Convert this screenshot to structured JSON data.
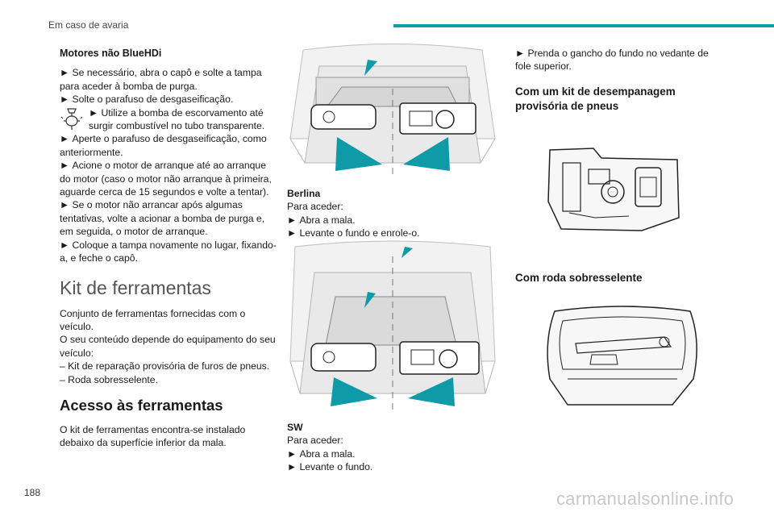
{
  "header": {
    "section_title": "Em caso de avaria",
    "accent_color": "#0e9aa7"
  },
  "page_number": "188",
  "watermark": "carmanualsonline.info",
  "col1": {
    "subheading": "Motores não BlueHDi",
    "p1": "Se necessário, abra o capô e solte a tampa para aceder à bomba de purga.",
    "p2": "Solte o parafuso de desgaseificação.",
    "p3": "Utilize a bomba de escorvamento até surgir combustível no tubo transparente.",
    "p4": "Aperte o parafuso de desgaseificação, como anteriormente.",
    "p5": "Acione o motor de arranque até ao arranque do motor (caso o motor não arranque à primeira, aguarde cerca de 15 segundos e volte a tentar).",
    "p6": "Se o motor não arrancar após algumas tentativas, volte a acionar a bomba de purga e, em seguida, o motor de arranque.",
    "p7": "Coloque a tampa novamente no lugar, fixando-a, e feche o capô.",
    "kit_heading": "Kit de ferramentas",
    "kit_intro_1": "Conjunto de ferramentas fornecidas com o veículo.",
    "kit_intro_2": "O seu conteúdo depende do equipamento do seu veículo:",
    "kit_item_1": "–  Kit de reparação provisória de furos de pneus.",
    "kit_item_2": "–  Roda sobresselente.",
    "access_heading": "Acesso às ferramentas",
    "access_text": "O kit de ferramentas encontra-se instalado debaixo da superfície inferior da mala."
  },
  "col2": {
    "berlina_label": "Berlina",
    "berlina_access": "Para aceder:",
    "berlina_step1": "Abra a mala.",
    "berlina_step2": "Levante o fundo e enrole-o.",
    "sw_label": "SW",
    "sw_access": "Para aceder:",
    "sw_step1": "Abra a mala.",
    "sw_step2": "Levante o fundo."
  },
  "col3": {
    "hook_step": "Prenda o gancho do fundo no vedante de fole superior.",
    "kit_heading": "Com um kit de desempanagem provisória de pneus",
    "spare_heading": "Com roda sobresselente"
  }
}
